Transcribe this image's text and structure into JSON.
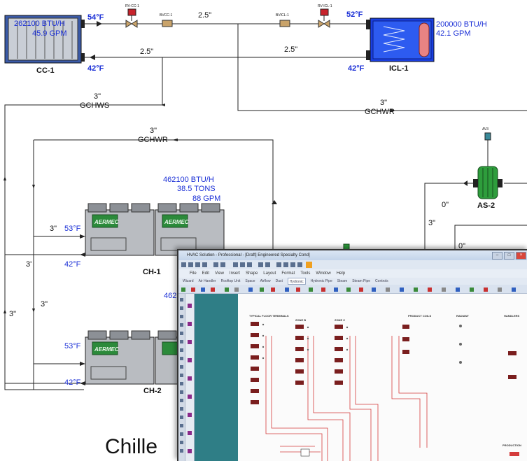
{
  "diagram": {
    "cc1": {
      "name": "CC-1",
      "btu": "262100 BTU/H",
      "gpm": "45.9 GPM",
      "temp_supply": "54°F",
      "temp_return": "42°F"
    },
    "icl1": {
      "name": "ICL-1",
      "btu": "200000 BTU/H",
      "gpm": "42.1 GPM",
      "temp_supply": "52°F",
      "temp_return": "42°F"
    },
    "ch1": {
      "name": "CH-1",
      "btu": "462100 BTU/H",
      "tons": "38.5 TONS",
      "gpm": "88 GPM",
      "temp_in": "53°F",
      "temp_out": "42°F",
      "size_in": "3\"",
      "size_out": "3'",
      "brand": "AERMEC"
    },
    "ch2": {
      "name": "CH-2",
      "btu_partial": "462",
      "temp_in": "53°F",
      "temp_out": "42°F",
      "brand": "AERMEC"
    },
    "as2": {
      "name": "AS-2",
      "vent_label": "AV3"
    },
    "pipes": {
      "top_supply": "2.5\"",
      "top_return": "2.5\"",
      "icl_return": "2.5\"",
      "gchws_size": "3\"",
      "gchws_label": "GCHWS",
      "gchwr_size": "3\"",
      "gchwr_label": "GCHWR",
      "gchwr_right_size": "3\"",
      "gchwr_right_label": "GCHWR",
      "left_v3": "3\"",
      "left_3": "3\"",
      "as_0a": "0\"",
      "as_3": "3\"",
      "as_0b": "0\""
    },
    "valves": [
      "RV-CC-1",
      "BVCC-1",
      "BVICL-1",
      "RV-ICL-1"
    ],
    "caption": "Chille"
  },
  "app_window": {
    "title": "HVAC Solution - Professional - [Draft] Engineered Specialty Cond]",
    "menu": [
      "File",
      "Edit",
      "View",
      "Insert",
      "Shape",
      "Layout",
      "Format",
      "Tools",
      "Window",
      "Help"
    ],
    "ribbon_tabs": [
      "Wizard",
      "Air Handler",
      "Rooftop Unit",
      "Space",
      "Airflow",
      "Duct",
      "Hydronic",
      "Hydronic Pipe",
      "Steam",
      "Steam Pipe",
      "Controls"
    ],
    "active_tab": "Hydronic",
    "canvas_labels": [
      "TYPICAL FLOOR TERMINALS",
      "ZONE B",
      "ZONE C",
      "PRODUCT COILS",
      "RADIANT",
      "HANDLERS",
      "PRODUCTION"
    ]
  }
}
